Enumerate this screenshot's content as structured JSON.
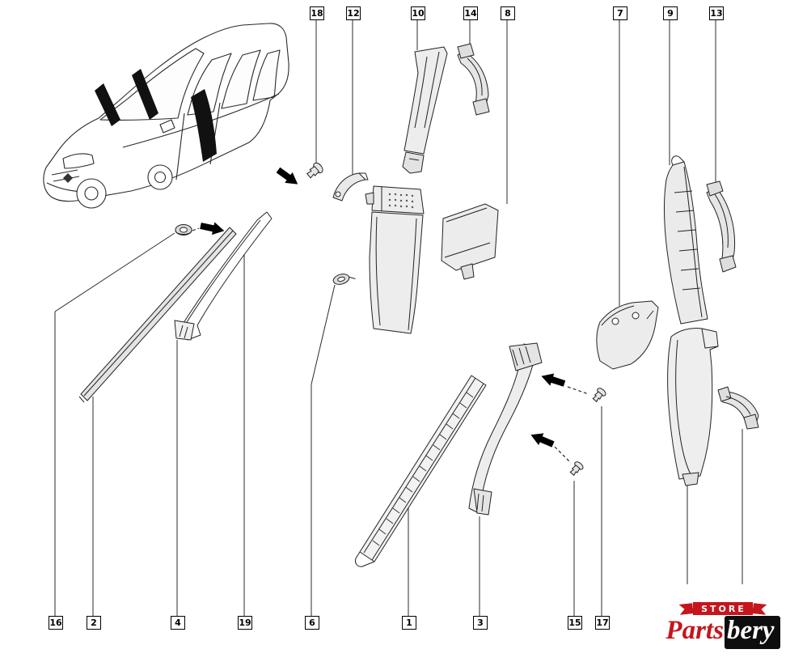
{
  "diagram": {
    "callouts_top": [
      {
        "label": "18"
      },
      {
        "label": "12"
      },
      {
        "label": "10"
      },
      {
        "label": "14"
      },
      {
        "label": "8"
      },
      {
        "label": "7"
      },
      {
        "label": "9"
      },
      {
        "label": "13"
      }
    ],
    "callouts_bottom": [
      {
        "label": "16"
      },
      {
        "label": "2"
      },
      {
        "label": "4"
      },
      {
        "label": "19"
      },
      {
        "label": "6"
      },
      {
        "label": "1"
      },
      {
        "label": "3"
      },
      {
        "label": "15"
      },
      {
        "label": "17"
      }
    ]
  },
  "logo": {
    "store": "STORE",
    "brand_parts": "Parts",
    "brand_bery": "bery"
  },
  "colors": {
    "logo_red": "#c4161c",
    "line": "#2a2a2a"
  }
}
